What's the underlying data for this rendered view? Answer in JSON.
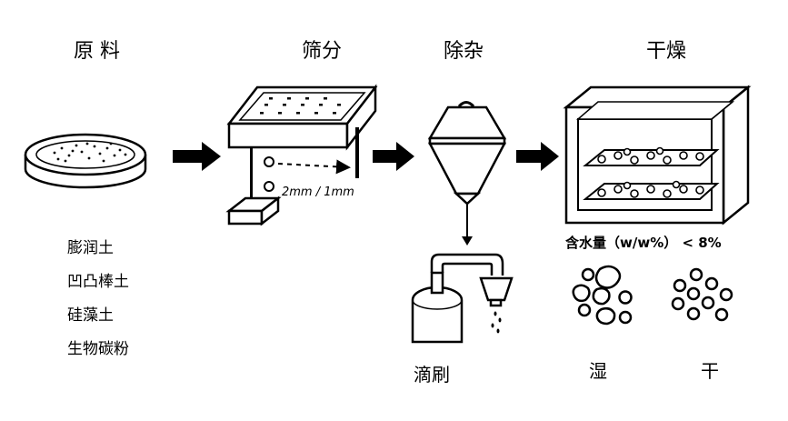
{
  "stages": {
    "raw": "原 料",
    "sieve": "筛分",
    "impurity": "除杂",
    "dry": "干燥"
  },
  "materials": [
    "膨润土",
    "凹凸棒土",
    "硅藻土",
    "生物碳粉"
  ],
  "mesh_size": "2mm / 1mm",
  "moisture": "含水量（w/w%） < 8%",
  "bottom_labels": {
    "drip": "滴刷",
    "wet": "湿",
    "dry": "干"
  }
}
